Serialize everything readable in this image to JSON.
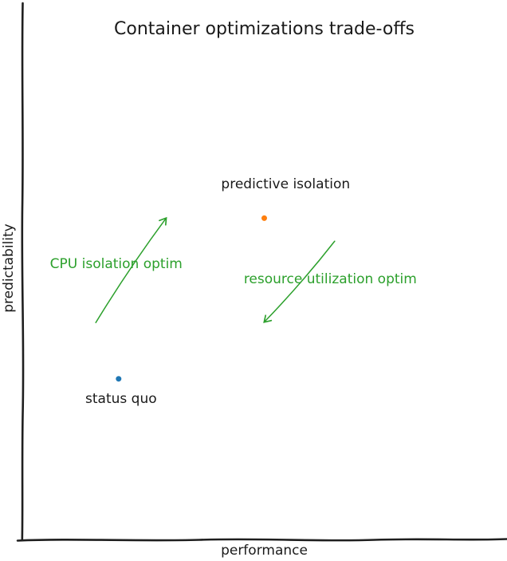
{
  "chart_data": {
    "type": "scatter",
    "title": "Container optimizations trade-offs",
    "xlabel": "performance",
    "ylabel": "predictability",
    "xlim": [
      0,
      1
    ],
    "ylim": [
      0,
      1
    ],
    "grid": false,
    "legend": "none",
    "axes_style": "hand-drawn xkcd style, no ticks, no tick labels",
    "background_color": "#ffffff",
    "text_color": "#1a1a1a",
    "axis_color": "#1f1f1f",
    "annotation_color": "#2ca02c",
    "points": [
      {
        "label": "status quo",
        "x": 0.2,
        "y": 0.3,
        "color": "#1f77b4",
        "label_offset": {
          "dx": 0.005,
          "dy": -0.039
        }
      },
      {
        "label": "predictive isolation",
        "x": 0.5,
        "y": 0.6,
        "color": "#ff7f0e",
        "label_offset": {
          "dx": 0.044,
          "dy": 0.061
        }
      }
    ],
    "arrows": [
      {
        "label": "CPU isolation optim",
        "color": "#2ca02c",
        "from": {
          "x": 0.153,
          "y": 0.405
        },
        "to": {
          "x": 0.297,
          "y": 0.599
        },
        "label_pos": {
          "x": 0.195,
          "y": 0.513
        }
      },
      {
        "label": "resource utilization optim",
        "color": "#2ca02c",
        "from": {
          "x": 0.645,
          "y": 0.557
        },
        "to": {
          "x": 0.501,
          "y": 0.407
        },
        "label_pos": {
          "x": 0.636,
          "y": 0.484
        }
      }
    ]
  }
}
